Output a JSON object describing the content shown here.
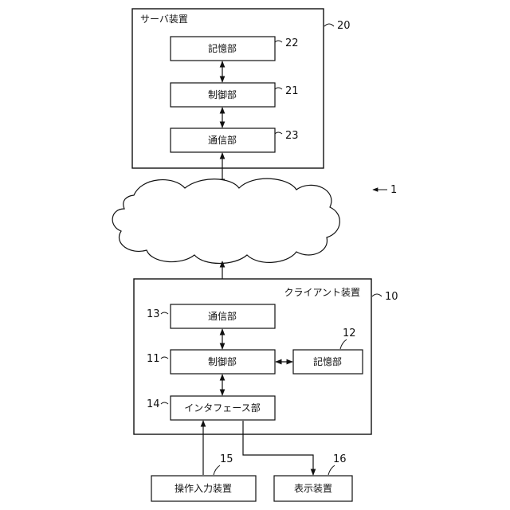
{
  "server": {
    "title": "サーバ装置",
    "ref": "20",
    "storage": {
      "label": "記憶部",
      "ref": "22"
    },
    "control": {
      "label": "制御部",
      "ref": "21"
    },
    "comm": {
      "label": "通信部",
      "ref": "23"
    }
  },
  "network_ref": "1",
  "client": {
    "title": "クライアント装置",
    "ref": "10",
    "comm": {
      "label": "通信部",
      "ref": "13"
    },
    "control": {
      "label": "制御部",
      "ref": "11"
    },
    "storage": {
      "label": "記憶部",
      "ref": "12"
    },
    "interface": {
      "label": "インタフェース部",
      "ref": "14"
    }
  },
  "input_device": {
    "label": "操作入力装置",
    "ref": "15"
  },
  "display_device": {
    "label": "表示装置",
    "ref": "16"
  }
}
